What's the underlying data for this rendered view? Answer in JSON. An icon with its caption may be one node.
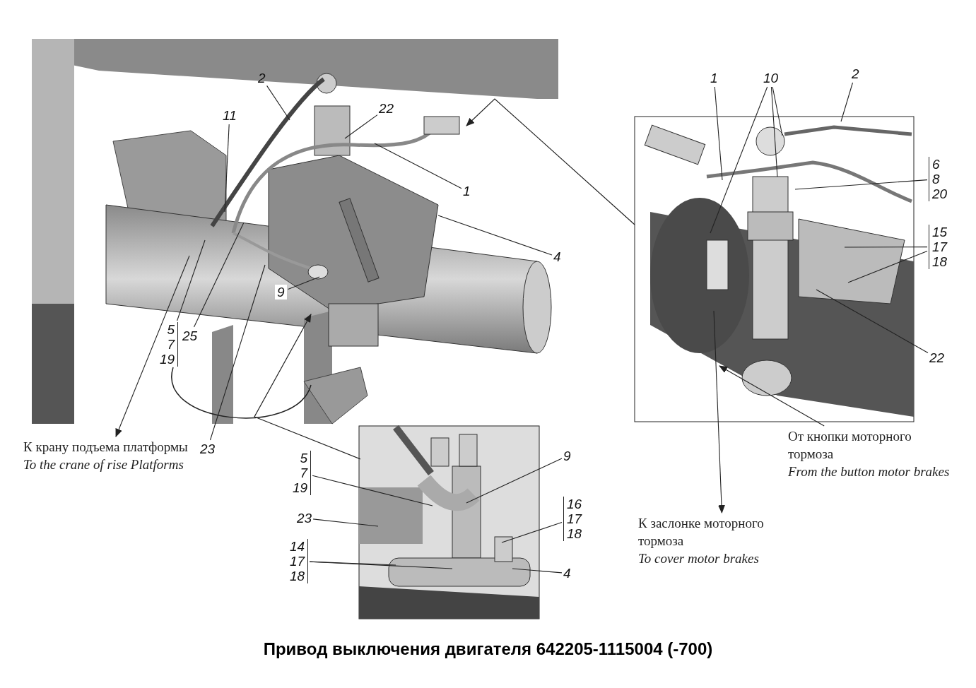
{
  "diagram": {
    "title": "Привод выключения двигателя 642205-1115004 (-700)",
    "nodes": [
      {
        "text": [
          "2"
        ]
      },
      {
        "text": [
          "11"
        ]
      },
      {
        "text": [
          "22"
        ]
      },
      {
        "text": [
          "1"
        ]
      },
      {
        "text": [
          "4"
        ]
      },
      {
        "text": [
          "9"
        ]
      },
      {
        "text": [
          "5",
          "7",
          "19"
        ]
      },
      {
        "text": [
          "25"
        ]
      },
      {
        "text": [
          "23"
        ]
      },
      {
        "text": [
          "К крану подъема платформы",
          "To the crane of rise Platforms"
        ]
      },
      {
        "text": [
          "1"
        ]
      },
      {
        "text": [
          "10"
        ]
      },
      {
        "text": [
          "2"
        ]
      },
      {
        "text": [
          "6",
          "8",
          "20"
        ]
      },
      {
        "text": [
          "15",
          "17",
          "18"
        ]
      },
      {
        "text": [
          "22"
        ]
      },
      {
        "text": [
          "От кнопки моторного тормоза",
          "From the button motor brakes"
        ]
      },
      {
        "text": [
          "К заслонке моторного тормоза",
          "To cover motor brakes"
        ]
      },
      {
        "text": [
          "5",
          "7",
          "19"
        ]
      },
      {
        "text": [
          "9"
        ]
      },
      {
        "text": [
          "23"
        ]
      },
      {
        "text": [
          "16",
          "17",
          "18"
        ]
      },
      {
        "text": [
          "14",
          "17",
          "18"
        ]
      },
      {
        "text": [
          "4"
        ]
      }
    ],
    "edges": [
      {
        "from": 0,
        "to": null,
        "arrow": "none"
      },
      {
        "from": 1,
        "to": null,
        "arrow": "none"
      },
      {
        "from": 2,
        "to": null,
        "arrow": "none"
      },
      {
        "from": 3,
        "to": null,
        "arrow": "none"
      },
      {
        "from": 4,
        "to": null,
        "arrow": "none"
      },
      {
        "from": 5,
        "to": null,
        "arrow": "none"
      },
      {
        "from": 6,
        "to": null,
        "arrow": "none"
      },
      {
        "from": 7,
        "to": null,
        "arrow": "none"
      },
      {
        "from": 8,
        "to": null,
        "arrow": "none"
      },
      {
        "from": null,
        "to": 9,
        "arrow": "to"
      },
      {
        "from": 10,
        "to": null,
        "arrow": "none"
      },
      {
        "from": 11,
        "to": null,
        "arrow": "none"
      },
      {
        "from": 11,
        "to": null,
        "arrow": "none"
      },
      {
        "from": 11,
        "to": null,
        "arrow": "none"
      },
      {
        "from": 12,
        "to": null,
        "arrow": "none"
      },
      {
        "from": 13,
        "to": null,
        "arrow": "none"
      },
      {
        "from": 14,
        "to": null,
        "arrow": "none"
      },
      {
        "from": 14,
        "to": null,
        "arrow": "none"
      },
      {
        "from": 15,
        "to": null,
        "arrow": "none"
      },
      {
        "from": 16,
        "to": null,
        "arrow": "to"
      },
      {
        "from": null,
        "to": 17,
        "arrow": "to"
      },
      {
        "from": 18,
        "to": null,
        "arrow": "none"
      },
      {
        "from": 19,
        "to": null,
        "arrow": "none"
      },
      {
        "from": 20,
        "to": null,
        "arrow": "none"
      },
      {
        "from": 21,
        "to": null,
        "arrow": "none"
      },
      {
        "from": 22,
        "to": null,
        "arrow": "none"
      },
      {
        "from": 22,
        "to": null,
        "arrow": "none"
      },
      {
        "from": 23,
        "to": null,
        "arrow": "none"
      }
    ]
  }
}
